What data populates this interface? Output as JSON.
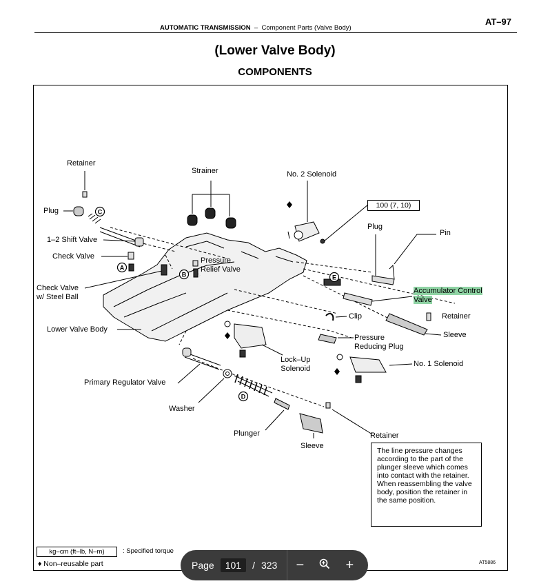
{
  "header": {
    "section_bold": "AUTOMATIC TRANSMISSION",
    "dash": "–",
    "section_sub": "Component Parts (Valve Body)",
    "page_code": "AT–97"
  },
  "title": "(Lower Valve Body)",
  "subtitle": "COMPONENTS",
  "labels": {
    "retainer_top": "Retainer",
    "strainer": "Strainer",
    "no2_solenoid": "No. 2 Solenoid",
    "torque": "100 (7, 10)",
    "plug_left": "Plug",
    "plug_right": "Plug",
    "pin": "Pin",
    "shift_valve": "1–2 Shift Valve",
    "check_valve": "Check Valve",
    "pressure_relief_1": "Pressure",
    "pressure_relief_2": "Relief Valve",
    "check_valve_ball_1": "Check Valve",
    "check_valve_ball_2": "w/ Steel Ball",
    "accumulator_1": "Accumulator Control",
    "accumulator_2": "Valve",
    "retainer_right": "Retainer",
    "clip": "Clip",
    "sleeve_right": "Sleeve",
    "lower_valve_body": "Lower Valve Body",
    "pressure_reducing_1": "Pressure",
    "pressure_reducing_2": "Reducing Plug",
    "lockup_1": "Lock–Up",
    "lockup_2": "Solenoid",
    "no1_solenoid": "No. 1 Solenoid",
    "primary_regulator": "Primary Regulator Valve",
    "washer": "Washer",
    "plunger": "Plunger",
    "sleeve_bottom": "Sleeve",
    "retainer_bottom": "Retainer",
    "callout_a": "A",
    "callout_b": "B",
    "callout_c": "C",
    "callout_d": "D",
    "callout_e": "E"
  },
  "note": "The line pressure changes according to the part of the plunger sleeve which comes into contact with the retainer. When reassembling the valve body, position the retainer in the same position.",
  "legend": {
    "torque_unit": "kg–cm (ft–lb, N–m)",
    "torque_desc": ": Specified torque",
    "non_reusable": "♦ Non–reusable part"
  },
  "figure_id": "AT5886",
  "toolbar": {
    "page_label": "Page",
    "current_page": "101",
    "separator": "/",
    "total_pages": "323",
    "zoom_out": "−",
    "zoom_in": "+"
  },
  "colors": {
    "highlight": "#8fd3a4",
    "toolbar_bg": "#3b3b3b"
  }
}
